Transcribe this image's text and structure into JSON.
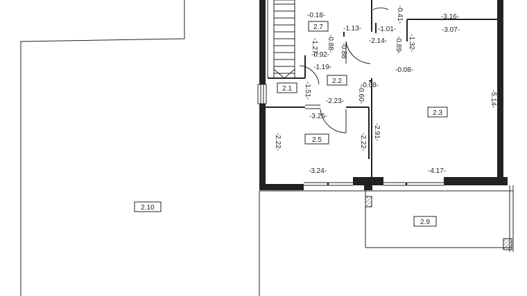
{
  "rooms": {
    "r2_1": "2.1",
    "r2_2": "2.2",
    "r2_3": "2.3",
    "r2_5": "2.5",
    "r2_7": "2.7",
    "r2_9": "2.9",
    "r2_10": "2.10"
  },
  "dimensions": {
    "d0_18": "-0.18-",
    "d1_27": "-1.27-",
    "d0_92": "-0.92-",
    "d0_88a": "-0.88-",
    "d1_19": "-1.19-",
    "d1_13": "-1.13-",
    "d0_88b": "-0.88",
    "d0_41": "-0.41-",
    "d1_01": "-1.01-",
    "d2_14": "-2.14-",
    "d0_89": "-0.89-",
    "d1_32": "-1.32-",
    "d0_08a": "-0.08-",
    "d3_16": "-3.16-",
    "d3_07": "-3.07-",
    "d5_14": "-5.14-",
    "d1_51": "-1.51-",
    "d0_08b": "-0.08-",
    "d0_60": "-0.60-",
    "d2_23": "-2.23-",
    "d3_25": "-3.25-",
    "d2_91": "-2.91-",
    "d2_22a": "-2.22-",
    "d2_22b": "-2.22-",
    "d3_24": "-3.24-",
    "d4_17": "-4.17-"
  }
}
